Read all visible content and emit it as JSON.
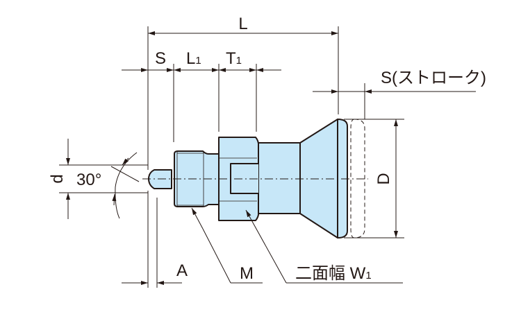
{
  "labels": {
    "L": "L",
    "S": "S",
    "L1": "L",
    "L1_sub": "1",
    "T1": "T",
    "T1_sub": "1",
    "stroke": "S(ストローク)",
    "D": "D",
    "d": "d",
    "angle": "30°",
    "A": "A",
    "M": "M",
    "W1": "二面幅 W",
    "W1_sub": "1"
  },
  "colors": {
    "part_fill": "#c7e7f8",
    "line": "#231815",
    "angle_text": "#231815"
  }
}
